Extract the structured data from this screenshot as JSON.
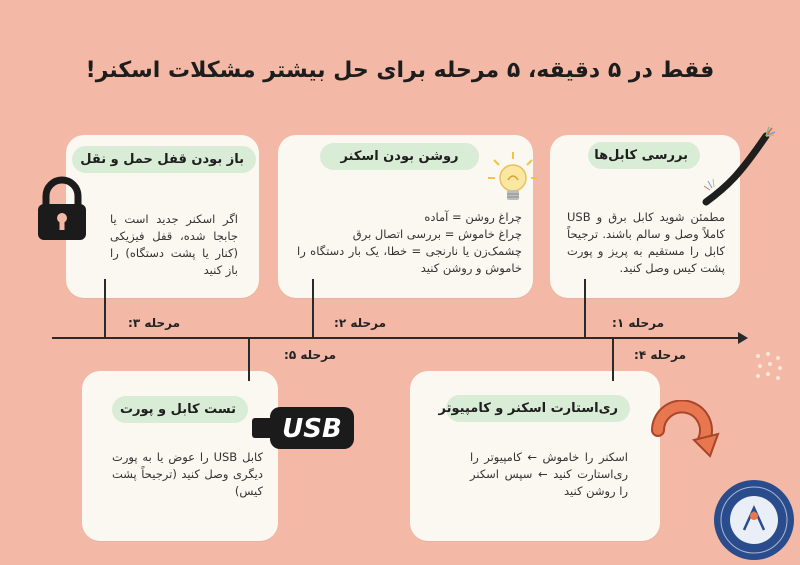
{
  "title": "فقط در ۵ دقیقه، ۵ مرحله برای حل بیشتر مشکلات اسکنر!",
  "cards": [
    {
      "heading": "بررسی کابل‌ها",
      "body": "مطمئن شوید کابل برق و USB کاملاً وصل و سالم باشند. ترجیحاً کابل را مستقیم به پریز و پورت پشت کیس وصل کنید.",
      "step": "مرحله ۱:"
    },
    {
      "heading": "روشن بودن اسکنر",
      "body": "چراغ روشن = آماده\nچراغ خاموش = بررسی اتصال برق\nچشمک‌زن یا نارنجی = خطا، یک بار دستگاه را خاموش و روشن کنید",
      "step": "مرحله ۲:"
    },
    {
      "heading": "باز بودن قفل حمل و نقل",
      "body": "اگر اسکنر جدید است یا جابجا شده، قفل فیزیکی (کنار یا پشت دستگاه) را باز کنید",
      "step": "مرحله ۳:"
    },
    {
      "heading": "ری‌استارت اسکنر و کامپیوتر",
      "body": "اسکنر را خاموش ← کامپیوتر را ری‌استارت کنید ← سپس اسکنر را روشن کنید",
      "step": "مرحله ۴:"
    },
    {
      "heading": "تست کابل و پورت",
      "body": "کابل USB را عوض یا به پورت دیگری وصل کنید (ترجیحاً پشت کیس)",
      "step": "مرحله ۵:"
    }
  ],
  "usb_label": "USB",
  "colors": {
    "background": "#f3b9a6",
    "card": "#fbf8f1",
    "pill": "#d9ecd6",
    "refresh": "#e8774f",
    "logo": "#2b4c8c"
  }
}
